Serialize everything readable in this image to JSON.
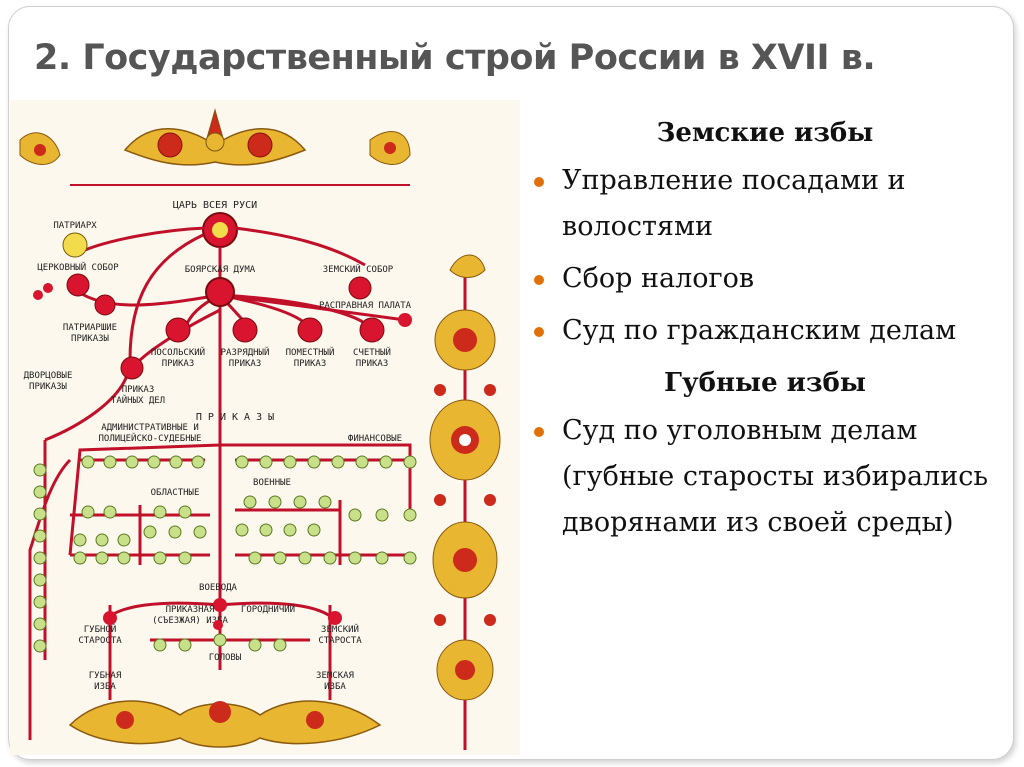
{
  "slide": {
    "title": "2. Государственный строй России в XVII в."
  },
  "diagram": {
    "labels": {
      "tsar": "ЦАРЬ ВСЕЯ РУСИ",
      "patriarch": "ПАТРИАРХ",
      "church_council": "ЦЕРКОВНЫЙ СОБОР",
      "patriarch_prikazy_1": "ПАТРИАРШИЕ",
      "patriarch_prikazy_2": "ПРИКАЗЫ",
      "boyar_duma": "БОЯРСКАЯ ДУМА",
      "zemsky_sobor": "ЗЕМСКИЙ СОБОР",
      "raspravnaya_1": "РАСПРАВНАЯ ПАЛАТА",
      "posolsky_1": "ПОСОЛЬСКИЙ",
      "posolsky_2": "ПРИКАЗ",
      "razryadny_1": "РАЗРЯДНЫЙ",
      "razryadny_2": "ПРИКАЗ",
      "pomestny_1": "ПОМЕСТНЫЙ",
      "pomestny_2": "ПРИКАЗ",
      "schetny_1": "СЧЕТНЫЙ",
      "schetny_2": "ПРИКАЗ",
      "dvortsovye_1": "ДВОРЦОВЫЕ",
      "dvortsovye_2": "ПРИКАЗЫ",
      "tainy_1": "ПРИКАЗ",
      "tainy_2": "ТАЙНЫХ ДЕЛ",
      "prikazy": "П Р И К А З Ы",
      "admin_1": "АДМИНИСТРАТИВНЫЕ И",
      "admin_2": "ПОЛИЦЕЙСКО-СУДЕБНЫЕ",
      "finansovye": "ФИНАНСОВЫЕ",
      "oblastnye": "ОБЛАСТНЫЕ",
      "voennye": "ВОЕННЫЕ",
      "voevoda": "ВОЕВОДА",
      "prikaznaya_1": "ПРИКАЗНАЯ",
      "prikaznaya_2": "(СЪЕЗЖАЯ) ИЗБА",
      "gorodnichy": "ГОРОДНИЧИЙ",
      "gubnoy_1": "ГУБНОЙ",
      "gubnoy_2": "СТАРОСТА",
      "zemsky_starosta_1": "ЗЕМСКИЙ",
      "zemsky_starosta_2": "СТАРОСТА",
      "golovy": "ГОЛОВЫ",
      "gubnaya_1": "ГУБНАЯ",
      "gubnaya_2": "ИЗБА",
      "zemskaya_1": "ЗЕМСКАЯ",
      "zemskaya_2": "ИЗБА"
    },
    "colors": {
      "line": "#c0102a",
      "red_node": "#d8142e",
      "yellow_node": "#f2dc4c",
      "green_node": "#c9e08a",
      "ornament_gold": "#e8b630",
      "ornament_red": "#cc2a1a"
    }
  },
  "text_panel": {
    "sections": [
      {
        "heading": "Земские избы",
        "items": [
          "Управление посадами и волостями",
          "Сбор налогов",
          "Суд по гражданским делам"
        ]
      },
      {
        "heading": "Губные избы",
        "items": [
          "Суд по уголовным делам (губные старосты избирались дворянами из своей среды)"
        ]
      }
    ]
  }
}
